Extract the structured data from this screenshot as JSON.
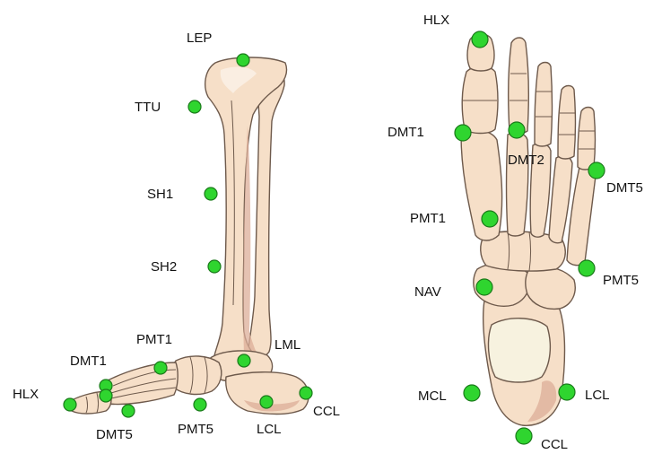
{
  "colors": {
    "bone": "#f6dfc8",
    "bone_outline": "#6e5a4c",
    "marker": "#2fd52f",
    "marker_outline": "#1a7a1a"
  },
  "lateral_view": {
    "landmarks": [
      {
        "id": "LEP",
        "label": "LEP"
      },
      {
        "id": "TTU",
        "label": "TTU"
      },
      {
        "id": "SH1",
        "label": "SH1"
      },
      {
        "id": "SH2",
        "label": "SH2"
      },
      {
        "id": "PMT1",
        "label": "PMT1"
      },
      {
        "id": "LML",
        "label": "LML"
      },
      {
        "id": "DMT1",
        "label": "DMT1"
      },
      {
        "id": "HLX",
        "label": "HLX"
      },
      {
        "id": "DMT5",
        "label": "DMT5"
      },
      {
        "id": "PMT5",
        "label": "PMT5"
      },
      {
        "id": "LCL",
        "label": "LCL"
      },
      {
        "id": "CCL",
        "label": "CCL"
      }
    ]
  },
  "plantar_view": {
    "landmarks": [
      {
        "id": "HLX",
        "label": "HLX"
      },
      {
        "id": "DMT1",
        "label": "DMT1"
      },
      {
        "id": "DMT2",
        "label": "DMT2"
      },
      {
        "id": "DMT5",
        "label": "DMT5"
      },
      {
        "id": "PMT1",
        "label": "PMT1"
      },
      {
        "id": "NAV",
        "label": "NAV"
      },
      {
        "id": "PMT5",
        "label": "PMT5"
      },
      {
        "id": "MCL",
        "label": "MCL"
      },
      {
        "id": "LCL",
        "label": "LCL"
      },
      {
        "id": "CCL",
        "label": "CCL"
      }
    ]
  }
}
